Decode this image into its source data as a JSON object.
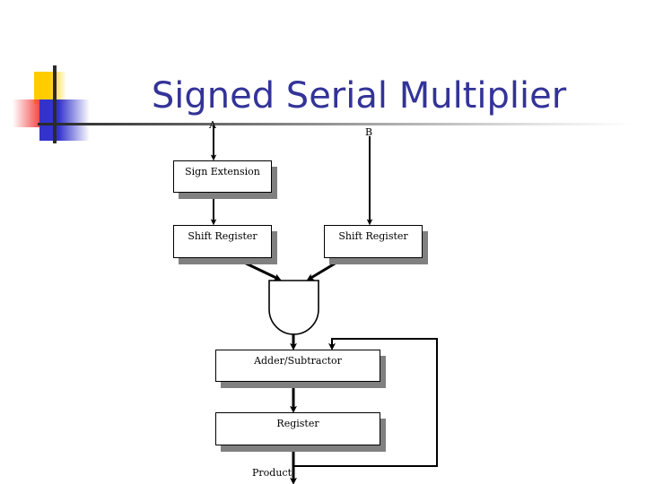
{
  "slide": {
    "title": "Signed Serial Multiplier",
    "title_color": "#333399",
    "background": "#ffffff"
  },
  "logo": {
    "squares": [
      {
        "name": "yellow-square",
        "color": "#FFCC00"
      },
      {
        "name": "red-square",
        "color": "#F24646"
      },
      {
        "name": "blue-square",
        "color": "#3333CC"
      }
    ],
    "line_color": "#2b2b2b"
  },
  "diagram": {
    "type": "block-diagram",
    "signal_labels": [
      {
        "id": "input-a",
        "text": "A"
      },
      {
        "id": "input-b",
        "text": "B"
      },
      {
        "id": "output-product",
        "text": "Product"
      }
    ],
    "blocks": [
      {
        "id": "sign-extension",
        "text": "Sign Extension"
      },
      {
        "id": "shift-register-a",
        "text": "Shift Register"
      },
      {
        "id": "shift-register-b",
        "text": "Shift Register"
      },
      {
        "id": "adder-subtractor",
        "text": "Adder/Subtractor"
      },
      {
        "id": "register",
        "text": "Register"
      }
    ],
    "gates": [
      {
        "id": "and-gate",
        "type": "AND"
      }
    ],
    "connections": [
      {
        "from": "A",
        "to": "sign-extension"
      },
      {
        "from": "sign-extension",
        "to": "shift-register-a"
      },
      {
        "from": "B",
        "to": "shift-register-b"
      },
      {
        "from": "shift-register-a",
        "to": "and-gate"
      },
      {
        "from": "shift-register-b",
        "to": "and-gate"
      },
      {
        "from": "and-gate",
        "to": "adder-subtractor"
      },
      {
        "from": "adder-subtractor",
        "to": "register"
      },
      {
        "from": "register",
        "to": "Product"
      },
      {
        "from": "register-feedback",
        "to": "adder-subtractor"
      }
    ],
    "line_color": "#000000",
    "box_fill": "#ffffff",
    "box_border": "#000000",
    "box_shadow": "#808080"
  }
}
